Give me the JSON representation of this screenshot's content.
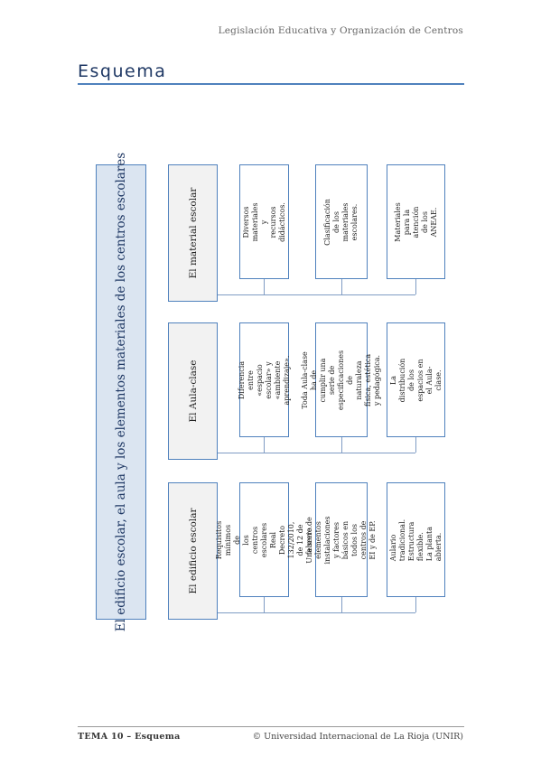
{
  "header": {
    "course": "Legislación Educativa y Organización de Centros"
  },
  "page": {
    "title": "Esquema"
  },
  "diagram": {
    "main": "El edificio escolar, el aula y los elementos materiales de los centros escolares",
    "categories": [
      {
        "label": "El material escolar",
        "items": [
          "Diversos materiales y\nrecursos didácticos.",
          "Clasificación de los\nmateriales escolares.",
          "Materiales para la\natención de los ANEAE."
        ]
      },
      {
        "label": "El Aula-clase",
        "items": [
          "Diferencia entre «espacio\nescolar» y «ambiente\naprendizaje».",
          "Toda Aula-clase ha de\ncumplir una serie de\nespecificaciones de\nnaturaleza física, estética\ny pedagógica.",
          "La distribución de los\nespacios en el Aula-clase."
        ]
      },
      {
        "label": "El edificio escolar",
        "items": [
          "Requisitos mínimos de\nlos centros escolares\nReal Decreto 132/2010,\nde 12 de febrero.",
          "Una serie de elementos\ninstalaciones y factores\nbásicos en todos los\ncentros de EI y de EP.",
          "Aulario tradicional.\nEstructura flexible.\nLa planta abierta."
        ]
      }
    ]
  },
  "footer": {
    "left": "TEMA 10 – Esquema",
    "right": "© Universidad Internacional de La Rioja (UNIR)"
  }
}
